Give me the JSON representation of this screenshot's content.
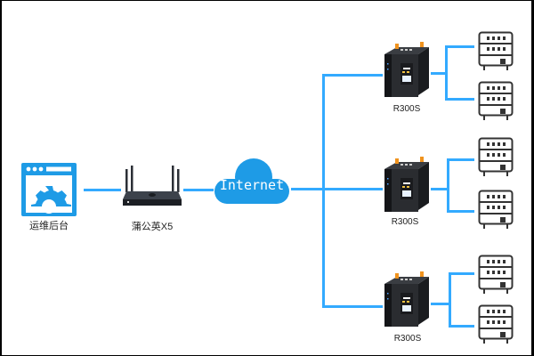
{
  "diagram": {
    "type": "network-topology",
    "line_color": "#33aaff",
    "nodes": {
      "ops_platform": {
        "label": "运维后台",
        "icon": "browser-gear-icon",
        "color": "#1e9be6"
      },
      "gateway": {
        "label": "蒲公英X5",
        "icon": "router-icon"
      },
      "internet": {
        "label": "Internet",
        "icon": "cloud-icon",
        "color": "#1e9be6"
      },
      "routers": [
        {
          "label": "R300S",
          "icon": "industrial-router-icon"
        },
        {
          "label": "R300S",
          "icon": "industrial-router-icon"
        },
        {
          "label": "R300S",
          "icon": "industrial-router-icon"
        }
      ],
      "server_icon": "server-icon"
    },
    "edges": [
      [
        "ops_platform",
        "gateway"
      ],
      [
        "gateway",
        "internet"
      ],
      [
        "internet",
        "router-1"
      ],
      [
        "internet",
        "router-2"
      ],
      [
        "internet",
        "router-3"
      ],
      [
        "router-1",
        "server-1a"
      ],
      [
        "router-1",
        "server-1b"
      ],
      [
        "router-2",
        "server-2a"
      ],
      [
        "router-2",
        "server-2b"
      ],
      [
        "router-3",
        "server-3a"
      ],
      [
        "router-3",
        "server-3b"
      ]
    ]
  }
}
